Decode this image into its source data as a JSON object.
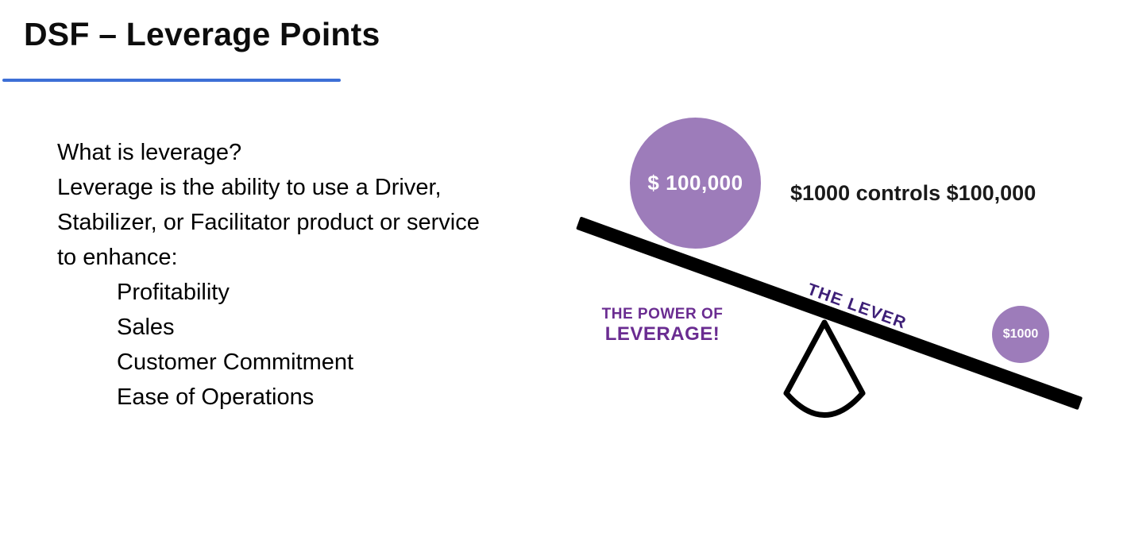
{
  "slide": {
    "title": "DSF – Leverage Points",
    "body_lines": [
      "What is leverage?",
      "Leverage is the ability to use a Driver,",
      "Stabilizer, or Facilitator product or service",
      "to enhance:"
    ],
    "list_items": [
      "Profitability",
      "Sales",
      "Customer Commitment",
      "Ease of Operations"
    ],
    "diagram": {
      "big_circle_label": "$ 100,000",
      "caption": "$1000 controls $100,000",
      "lever_label": "THE LEVER",
      "power_line1": "THE POWER OF",
      "power_line2": "LEVERAGE!",
      "small_circle_label": "$1000",
      "colors": {
        "circle_purple": "#9d7cba",
        "label_purple": "#6a2c91",
        "lever_text_purple": "#3d1f77",
        "accent_rule_blue": "#3d6fd6",
        "lever_black": "#000000"
      }
    }
  }
}
